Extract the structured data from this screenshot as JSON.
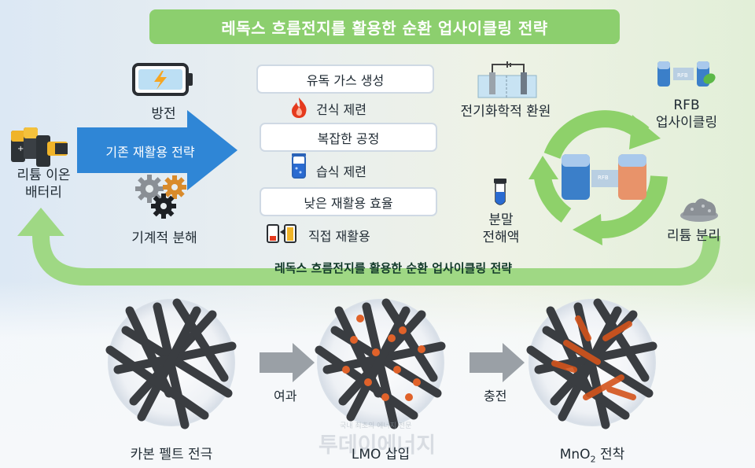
{
  "header": {
    "title": "레독스 흐름전지를 활용한 순환 업사이클링 전략"
  },
  "left": {
    "battery_label": [
      "리튬 이온",
      "배터리"
    ],
    "discharge_label": "방전",
    "arrow_label": "기존 재활용 전략",
    "disassembly_label": "기계적 분해"
  },
  "existing_steps": {
    "box1": "유독 가스 생성",
    "step1": "건식 제련",
    "box2": "복잡한 공정",
    "step2": "습식 제련",
    "box3": "낮은 재활용 효율",
    "step3": "직접 재활용"
  },
  "cycle": {
    "electrochem_label": "전기화학적 환원",
    "rfb_label": [
      "RFB",
      "업사이클링"
    ],
    "powder_label": [
      "분말",
      "전해액"
    ],
    "lithium_sep_label": "리튬 분리",
    "rfb_tag": "RFB"
  },
  "return_arrow": {
    "label": "레독스 흐름전지를 활용한 순환 업사이클링 전략"
  },
  "process": {
    "stage1": "카본 펠트 전극",
    "arrow1": "여과",
    "stage2": "LMO 삽입",
    "arrow2": "충전",
    "stage3_main": "MnO",
    "stage3_sub": "2",
    "stage3_tail": " 전착"
  },
  "watermark": {
    "main": "투데이에너지",
    "sub": "국내 최초의 에너지 전문"
  },
  "colors": {
    "title_green": "#8ccf6e",
    "arrow_blue": "#2f86d6",
    "cycle_green": "#8ed16a",
    "fiber": "#3a3d41",
    "lmo_orange": "#e0622a",
    "gear_orange": "#d98b2b"
  }
}
